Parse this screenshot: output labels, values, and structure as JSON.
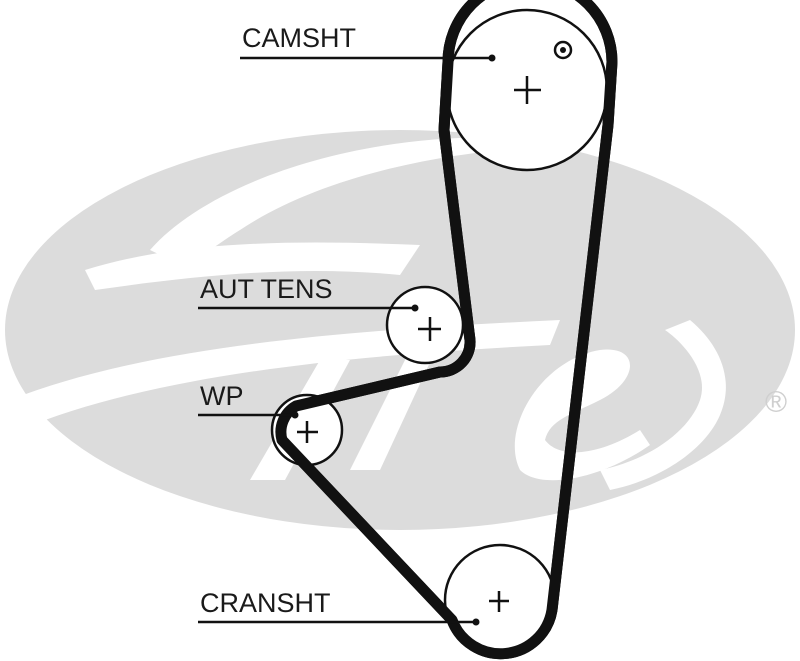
{
  "diagram": {
    "type": "timing-belt-routing",
    "watermark": {
      "brand": "Gates",
      "registered_mark": "®",
      "color": "#dcdcdc"
    },
    "colors": {
      "belt": "#111111",
      "pulley_outline": "#111111",
      "label_text": "#1a1a1a",
      "background": "#ffffff"
    },
    "components": [
      {
        "id": "camshaft",
        "label": "CAMSHT",
        "marker": "timing-mark"
      },
      {
        "id": "tensioner",
        "label": "AUT TENS"
      },
      {
        "id": "water-pump",
        "label": "WP"
      },
      {
        "id": "crankshaft",
        "label": "CRANSHT"
      }
    ]
  }
}
